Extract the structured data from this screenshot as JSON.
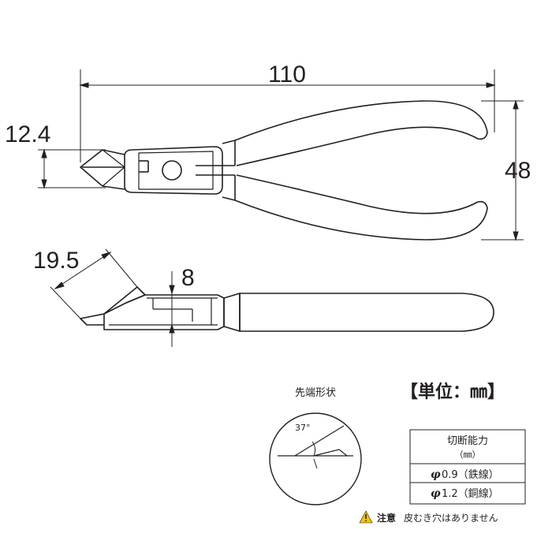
{
  "dimensions": {
    "length": "110",
    "height": "48",
    "head_width": "12.4",
    "jaw_length": "19.5",
    "thickness": "8"
  },
  "tip_shape": {
    "title": "先端形状",
    "angle": "37°"
  },
  "unit": {
    "label": "【単位：㎜】"
  },
  "cutting_capacity": {
    "header": "切断能力",
    "header_unit": "（㎜）",
    "rows": [
      {
        "symbol": "φ",
        "value": "0.9（鉄線）"
      },
      {
        "symbol": "φ",
        "value": "1.2（銅線）"
      }
    ]
  },
  "note": {
    "label": "注意",
    "text": "皮むき穴はありません"
  }
}
